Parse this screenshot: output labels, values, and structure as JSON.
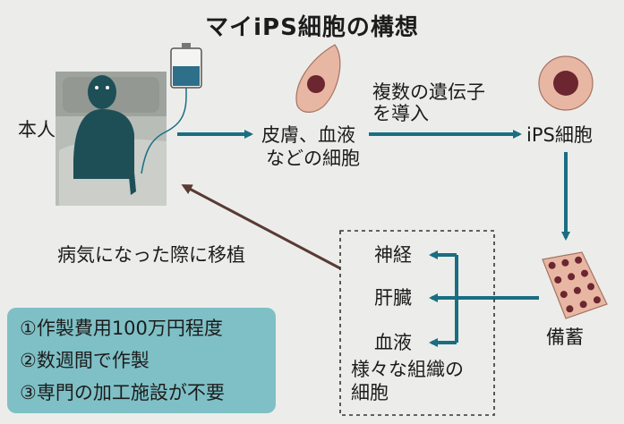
{
  "title": "マイiPS細胞の構想",
  "labels": {
    "person": "本人",
    "skin_blood": "皮膚、血液",
    "skin_blood_2": "などの細胞",
    "genes": "複数の遺伝子",
    "genes_2": "を導入",
    "ips": "iPS細胞",
    "storage": "備蓄",
    "nerve": "神経",
    "liver": "肝臓",
    "blood": "血液",
    "tissues": "様々な組織の",
    "tissues_2": "細胞",
    "transplant": "病気になった際に移植"
  },
  "costs": [
    "①作製費用100万円程度",
    "②数週間で作製",
    "③専門の加工施設が不要"
  ],
  "colors": {
    "arrow_teal": "#1a6e82",
    "arrow_brown": "#5a3a34",
    "box_teal": "#7fc0c6",
    "cell_pink": "#e8b7a3",
    "nucleus": "#6b2630",
    "person_teal": "#1e4f56"
  }
}
